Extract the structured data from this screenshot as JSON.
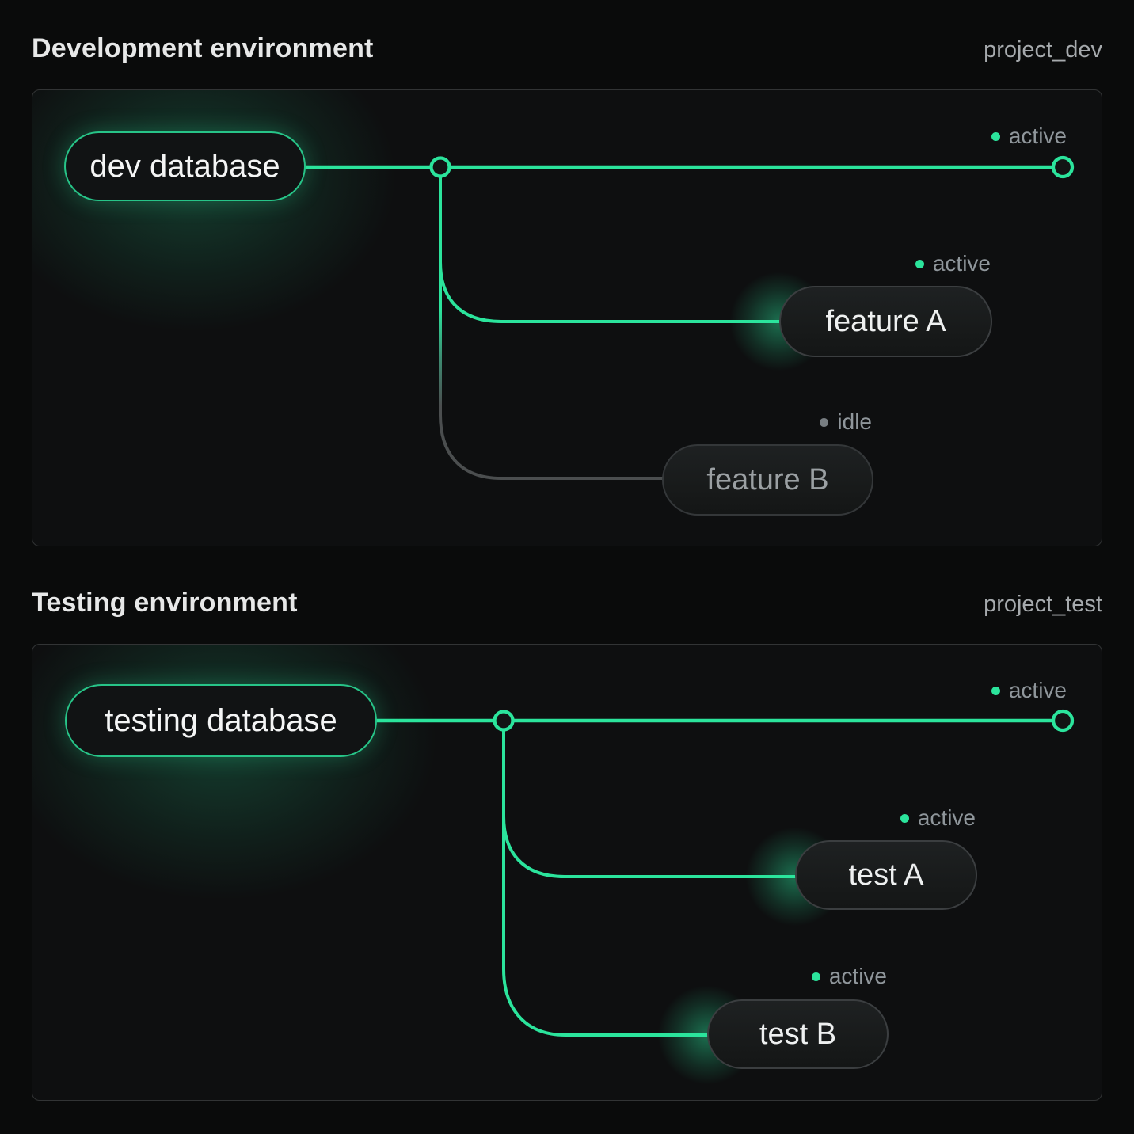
{
  "colors": {
    "accent": "#2be49c",
    "idle_dot": "#787e82",
    "idle_line": "#4b4e4f",
    "background": "#0a0b0b",
    "panel_background": "#0e0f10"
  },
  "dev": {
    "title": "Development environment",
    "project": "project_dev",
    "main_status": "active",
    "db": {
      "label": "dev database"
    },
    "branches": [
      {
        "label": "feature A",
        "status": "active"
      },
      {
        "label": "feature B",
        "status": "idle"
      }
    ]
  },
  "test": {
    "title": "Testing environment",
    "project": "project_test",
    "main_status": "active",
    "db": {
      "label": "testing database"
    },
    "branches": [
      {
        "label": "test A",
        "status": "active"
      },
      {
        "label": "test B",
        "status": "active"
      }
    ]
  }
}
